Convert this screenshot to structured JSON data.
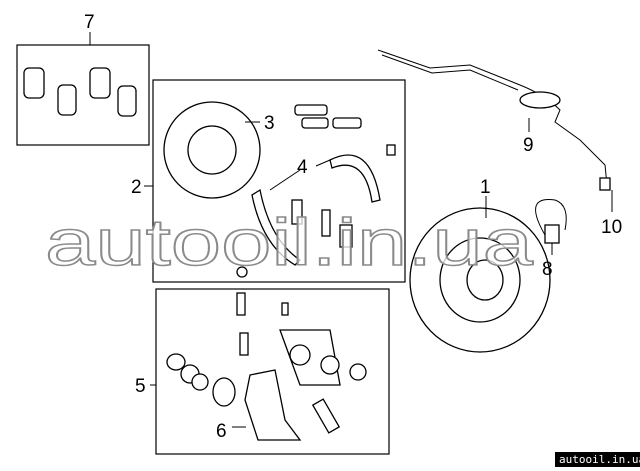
{
  "labels": {
    "l1": "1",
    "l2": "2",
    "l3": "3",
    "l4": "4",
    "l5": "5",
    "l6": "6",
    "l7": "7",
    "l8": "8",
    "l9": "9",
    "l10": "10"
  },
  "watermark": "autooil.in.ua",
  "site_label": "autooil.in.ua"
}
